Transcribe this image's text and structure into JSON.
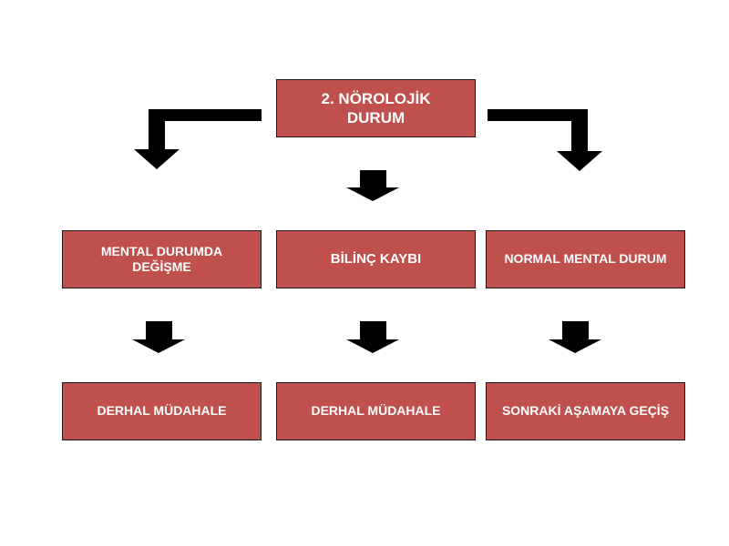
{
  "diagram": {
    "top_box": {
      "line1": "2. NÖROLOJİK",
      "line2": "DURUM"
    },
    "middle_row": [
      {
        "line1": "MENTAL DURUMDA",
        "line2": "DEĞİŞME"
      },
      {
        "line1": "BİLİNÇ KAYBI",
        "line2": ""
      },
      {
        "line1": "NORMAL MENTAL DURUM",
        "line2": ""
      }
    ],
    "bottom_row": [
      {
        "label": "DERHAL MÜDAHALE"
      },
      {
        "label": "DERHAL MÜDAHALE"
      },
      {
        "label": "SONRAKİ AŞAMAYA GEÇİŞ"
      }
    ],
    "colors": {
      "box_fill": "#c0504d",
      "box_text": "#ffffff",
      "arrow": "#000000"
    }
  }
}
